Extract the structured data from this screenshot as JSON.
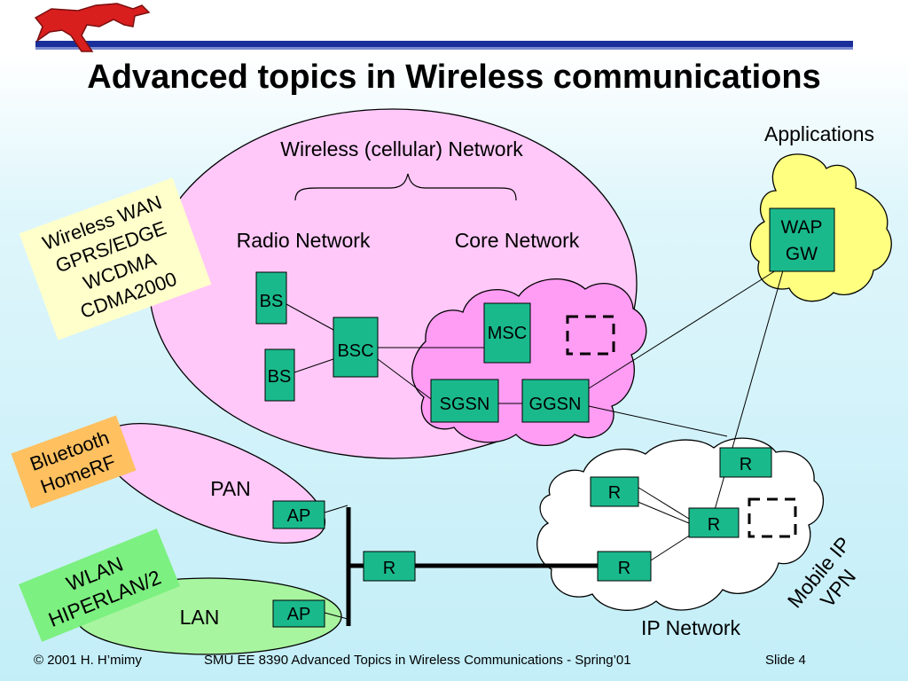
{
  "slide": {
    "title": "Advanced topics in Wireless communications",
    "footer_left": "© 2001 H. H’mimy",
    "footer_center": "SMU EE 8390 Advanced Topics in Wireless Communications - Spring’01",
    "footer_right": "Slide 4"
  },
  "colors": {
    "pink": "#ffc8f8",
    "magenta": "#ff9cf4",
    "node_green": "#1ab98c",
    "yellow_cloud": "#ffff80",
    "lan_green": "#a8f5a0",
    "note_yellow": "#ffffcc",
    "note_orange": "#ffc060",
    "note_green": "#7cf080"
  },
  "diagram": {
    "wireless_network_label": "Wireless (cellular) Network",
    "radio_network_label": "Radio Network",
    "core_network_label": "Core Network",
    "applications_label": "Applications",
    "wap_gw_line1": "WAP",
    "wap_gw_line2": "GW",
    "ip_network_label": "IP Network",
    "pan_label": "PAN",
    "lan_label": "LAN",
    "nodes": {
      "bs_top": "BS",
      "bs_bottom": "BS",
      "bsc": "BSC",
      "msc": "MSC",
      "sgsn": "SGSN",
      "ggsn": "GGSN",
      "ap_pan": "AP",
      "ap_lan": "AP",
      "r_bus": "R",
      "r_ip_left": "R",
      "r_ip_top": "R",
      "r_ip_middle": "R",
      "r_ip_right": "R"
    },
    "notes": {
      "wireless_wan": [
        "Wireless WAN",
        "GPRS/EDGE",
        "WCDMA",
        "CDMA2000"
      ],
      "bluetooth": [
        "Bluetooth",
        "HomeRF"
      ],
      "wlan": [
        "WLAN",
        "HIPERLAN/2"
      ],
      "mobile_ip": [
        "Mobile IP",
        "VPN"
      ]
    }
  }
}
